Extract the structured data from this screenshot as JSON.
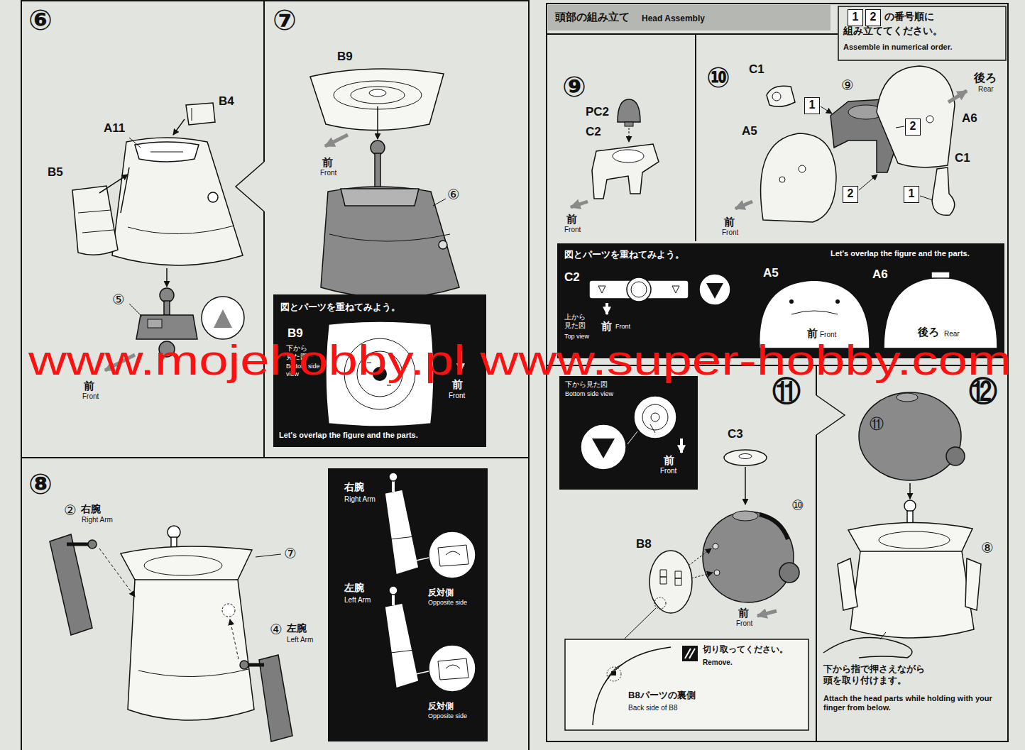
{
  "diagram": {
    "nodes": [
      {
        "text": [
          "⑥"
        ]
      },
      {
        "text": [
          "⑦"
        ]
      },
      {
        "text": [
          "図とパーツを重ねてみよう。",
          "B9",
          "下から見た図",
          "Bottom side view",
          "前",
          "Front",
          "Let's overlap the figure and the parts."
        ],
        "in": 1
      },
      {
        "text": [
          "⑧"
        ]
      },
      {
        "text": [
          "右腕",
          "Right Arm",
          "左腕",
          "Left Arm",
          "反対側",
          "Opposite side",
          "反対側",
          "Opposite side"
        ],
        "in": 3
      },
      {
        "text": [
          "頭部の組み立て",
          "Head Assembly"
        ]
      },
      {
        "text": [
          "の番号順に 組み立ててください。",
          "Assemble in numerical order."
        ]
      },
      {
        "text": [
          "1"
        ],
        "in": 6
      },
      {
        "text": [
          "2"
        ],
        "in": 6
      },
      {
        "text": [
          "⑨"
        ]
      },
      {
        "text": [
          "⑩"
        ]
      },
      {
        "text": [
          "1"
        ],
        "in": 10
      },
      {
        "text": [
          "2"
        ],
        "in": 10
      },
      {
        "text": [
          "2"
        ],
        "in": 10
      },
      {
        "text": [
          "1"
        ],
        "in": 10
      },
      {
        "text": [
          "図とパーツを重ねてみよう。",
          "Let's overlap the figure and the parts.",
          "C2",
          "上から見た図",
          "Top view",
          "前",
          "Front",
          "A5",
          "前",
          "Front",
          "A6",
          "後ろ",
          "Rear"
        ]
      },
      {
        "text": [
          "⑪"
        ]
      },
      {
        "text": [
          "下から見た図",
          "Bottom side view",
          "前",
          "Front"
        ],
        "in": 16
      },
      {
        "text": [
          "切り取ってください。",
          "Remove.",
          "B8パーツの裏側",
          "Back side of B8"
        ],
        "in": 16
      },
      {
        "text": [
          "⑫"
        ]
      }
    ],
    "labels": [
      "B4",
      "A11",
      "B5",
      "⑤",
      "前",
      "Front",
      "B9",
      "前",
      "Front",
      "⑥",
      "②",
      "右腕",
      "Right Arm",
      "⑦",
      "④",
      "左腕",
      "Left Arm",
      "PC2",
      "C2",
      "前",
      "Front",
      "C1",
      "⑨",
      "後ろ",
      "Rear",
      "A5",
      "A6",
      "C1",
      "前",
      "Front",
      "C3",
      "⑩",
      "B8",
      "前",
      "Front",
      "⑪",
      "⑧",
      "下から指で押さえながら 頭を取り付けます。",
      "Attach the head parts while holding with your finger from below.",
      "www.mojehobby.pl www.super-hobby.com"
    ]
  }
}
